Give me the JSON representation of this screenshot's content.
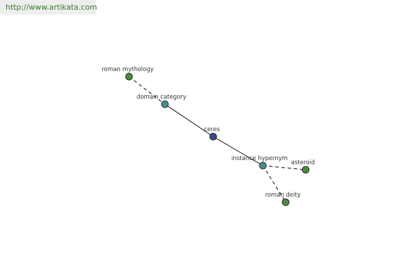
{
  "watermark": {
    "text": "http://www.artikata.com"
  },
  "graph": {
    "center": "ceres",
    "colors": {
      "center_node": "#3b4a8c",
      "relation_node": "#4a8c8c",
      "leaf_node": "#4a8a3c",
      "node_stroke": "#1a1a1a",
      "edge": "#000000"
    },
    "nodes": [
      {
        "id": "roman-mythology",
        "label": "roman mythology",
        "kind": "leaf"
      },
      {
        "id": "domain-category",
        "label": "domain category",
        "kind": "relation"
      },
      {
        "id": "ceres",
        "label": "ceres",
        "kind": "center"
      },
      {
        "id": "instance-hypernym",
        "label": "instance hypernym",
        "kind": "relation"
      },
      {
        "id": "asteroid",
        "label": "asteroid",
        "kind": "leaf"
      },
      {
        "id": "roman-deity",
        "label": "roman deity",
        "kind": "leaf"
      }
    ],
    "edges": [
      {
        "from": "roman-mythology",
        "to": "domain-category",
        "style": "dashed"
      },
      {
        "from": "domain-category",
        "to": "ceres",
        "style": "solid"
      },
      {
        "from": "ceres",
        "to": "instance-hypernym",
        "style": "solid"
      },
      {
        "from": "instance-hypernym",
        "to": "asteroid",
        "style": "dashed"
      },
      {
        "from": "instance-hypernym",
        "to": "roman-deity",
        "style": "dashed"
      }
    ]
  }
}
